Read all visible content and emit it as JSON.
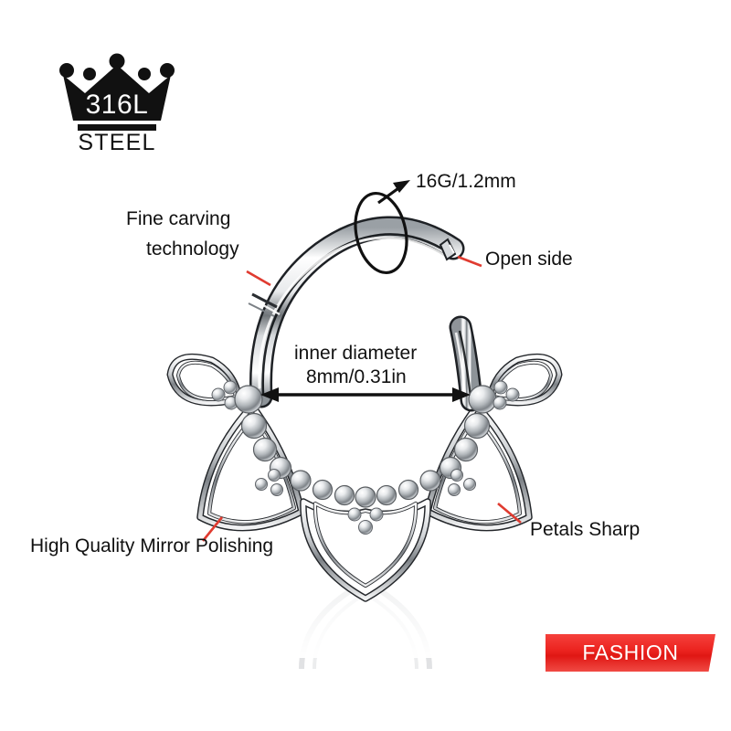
{
  "background": "#ffffff",
  "logo": {
    "icon": "crown-icon",
    "grade_text": "316L",
    "material_text": "STEEL",
    "color": "#111111"
  },
  "callouts": [
    {
      "id": "fine-carving",
      "line1": "Fine carving",
      "line2": "technology",
      "leader_color": "#e03b30"
    },
    {
      "id": "gauge",
      "text": "16G/1.2mm",
      "leader_color": "#000000"
    },
    {
      "id": "open-side",
      "text": "Open side",
      "leader_color": "#e03b30"
    },
    {
      "id": "inner-diameter",
      "line1": "inner diameter",
      "line2": "8mm/0.31in",
      "leader_color": "#000000"
    },
    {
      "id": "mirror-polish",
      "text": "High Quality Mirror Polishing",
      "leader_color": "#e03b30"
    },
    {
      "id": "petals-sharp",
      "text": "Petals Sharp",
      "leader_color": "#e03b30"
    }
  ],
  "badge": {
    "text": "FASHION",
    "color_start": "#f5413c",
    "color_end": "#e01714",
    "text_color": "#ffffff"
  },
  "product": {
    "name": "septum-clicker-ring",
    "material": "316L stainless steel",
    "finish": "mirror polished silver",
    "gauge": "16G/1.2mm",
    "inner_diameter": "8mm/0.31in",
    "petal_count": 5,
    "metal_light": "#fdfdfd",
    "metal_mid": "#b9bcc0",
    "metal_dark": "#6e7276",
    "metal_outline": "#1a1a1a"
  }
}
